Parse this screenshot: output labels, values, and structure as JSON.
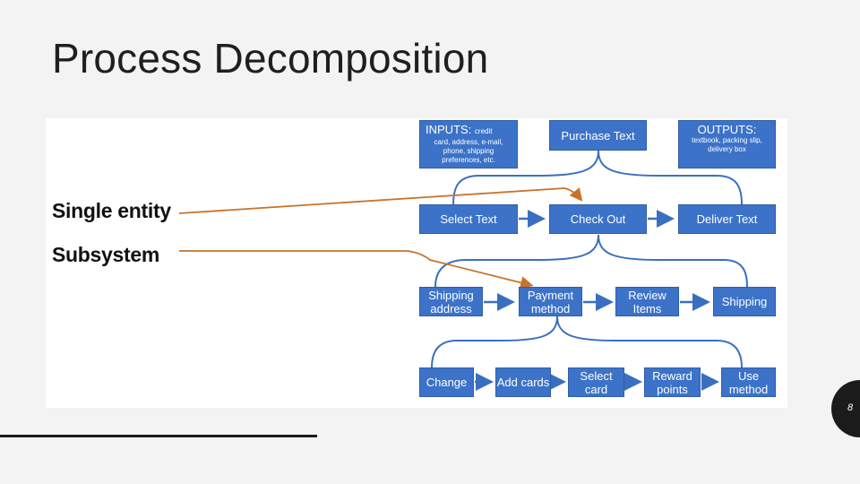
{
  "slide": {
    "title": "Process Decomposition",
    "page_number": "8"
  },
  "labels": {
    "single_entity": "Single entity",
    "subsystem": "Subsystem"
  },
  "diagram": {
    "inputs": {
      "heading": "INPUTS:",
      "heading_tail": "credit",
      "body": "card, address, e-mail, phone, shipping preferences, etc."
    },
    "purchase": "Purchase Text",
    "outputs": {
      "heading": "OUTPUTS:",
      "body": "textbook, packing slip, delivery box"
    },
    "row1": [
      "Select Text",
      "Check Out",
      "Deliver Text"
    ],
    "row2": [
      "Shipping address",
      "Payment method",
      "Review Items",
      "Shipping"
    ],
    "row3": [
      "Change",
      "Add cards",
      "Select card",
      "Reward points",
      "Use method"
    ]
  },
  "colors": {
    "box_fill": "#3c73c8",
    "connector": "#3a6fc0",
    "pointer": "#c8732a"
  }
}
